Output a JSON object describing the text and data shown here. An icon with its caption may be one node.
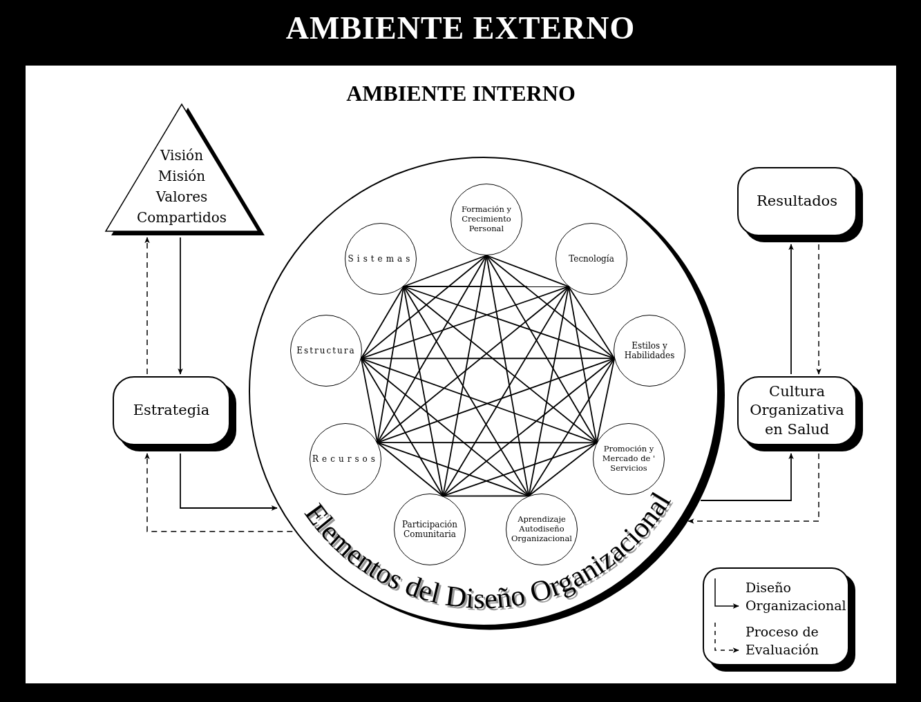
{
  "diagram": {
    "nodes": [
      {
        "text": [
          "AMBIENTE EXTERNO"
        ]
      },
      {
        "text": [
          "AMBIENTE INTERNO"
        ],
        "in": 0
      },
      {
        "text": [
          "Elementos del Diseño Organizacional"
        ],
        "in": 1
      },
      {
        "text": [
          "Visión",
          "Misión",
          "Valores",
          "Compartidos"
        ],
        "in": 1
      },
      {
        "text": [
          "Estrategia"
        ],
        "in": 1
      },
      {
        "text": [
          "Resultados"
        ],
        "in": 1
      },
      {
        "text": [
          "Cultura Organizativa en Salud"
        ],
        "in": 1
      },
      {
        "text": [
          "Formación y Crecimiento Personal"
        ],
        "in": 2
      },
      {
        "text": [
          "Sistemas"
        ],
        "in": 2
      },
      {
        "text": [
          "Tecnología"
        ],
        "in": 2
      },
      {
        "text": [
          "Estructura"
        ],
        "in": 2
      },
      {
        "text": [
          "Estilos y Habilidades"
        ],
        "in": 2
      },
      {
        "text": [
          "Recursos"
        ],
        "in": 2
      },
      {
        "text": [
          "Promoción y Mercado de ' Servicios"
        ],
        "in": 2
      },
      {
        "text": [
          "Participación Comunitaria"
        ],
        "in": 2
      },
      {
        "text": [
          "Aprendizaje Autodiseño Organizacional"
        ],
        "in": 2
      }
    ],
    "edges": [
      {
        "from": 3,
        "to": 4,
        "arrow": "to"
      },
      {
        "from": 4,
        "to": 3,
        "arrow": "to",
        "style": "dashed"
      },
      {
        "from": 4,
        "to": 2,
        "arrow": "to"
      },
      {
        "from": 2,
        "to": 4,
        "arrow": "to",
        "style": "dashed"
      },
      {
        "from": 2,
        "to": 6,
        "arrow": "to"
      },
      {
        "from": 6,
        "to": 2,
        "arrow": "to",
        "style": "dashed"
      },
      {
        "from": 6,
        "to": 5,
        "arrow": "to"
      },
      {
        "from": 5,
        "to": 6,
        "arrow": "to",
        "style": "dashed"
      },
      {
        "from": 7,
        "to": 8,
        "arrow": "none"
      },
      {
        "from": 7,
        "to": 9,
        "arrow": "none"
      },
      {
        "from": 7,
        "to": 10,
        "arrow": "none"
      },
      {
        "from": 7,
        "to": 11,
        "arrow": "none"
      },
      {
        "from": 7,
        "to": 12,
        "arrow": "none"
      },
      {
        "from": 7,
        "to": 13,
        "arrow": "none"
      },
      {
        "from": 7,
        "to": 14,
        "arrow": "none"
      },
      {
        "from": 7,
        "to": 15,
        "arrow": "none"
      },
      {
        "from": 8,
        "to": 9,
        "arrow": "none"
      },
      {
        "from": 8,
        "to": 10,
        "arrow": "none"
      },
      {
        "from": 8,
        "to": 11,
        "arrow": "none"
      },
      {
        "from": 8,
        "to": 12,
        "arrow": "none"
      },
      {
        "from": 8,
        "to": 13,
        "arrow": "none"
      },
      {
        "from": 8,
        "to": 14,
        "arrow": "none"
      },
      {
        "from": 8,
        "to": 15,
        "arrow": "none"
      },
      {
        "from": 9,
        "to": 10,
        "arrow": "none"
      },
      {
        "from": 9,
        "to": 11,
        "arrow": "none"
      },
      {
        "from": 9,
        "to": 12,
        "arrow": "none"
      },
      {
        "from": 9,
        "to": 13,
        "arrow": "none"
      },
      {
        "from": 9,
        "to": 14,
        "arrow": "none"
      },
      {
        "from": 9,
        "to": 15,
        "arrow": "none"
      },
      {
        "from": 10,
        "to": 11,
        "arrow": "none"
      },
      {
        "from": 10,
        "to": 12,
        "arrow": "none"
      },
      {
        "from": 10,
        "to": 13,
        "arrow": "none"
      },
      {
        "from": 10,
        "to": 14,
        "arrow": "none"
      },
      {
        "from": 10,
        "to": 15,
        "arrow": "none"
      },
      {
        "from": 11,
        "to": 12,
        "arrow": "none"
      },
      {
        "from": 11,
        "to": 13,
        "arrow": "none"
      },
      {
        "from": 11,
        "to": 14,
        "arrow": "none"
      },
      {
        "from": 11,
        "to": 15,
        "arrow": "none"
      },
      {
        "from": 12,
        "to": 13,
        "arrow": "none"
      },
      {
        "from": 12,
        "to": 14,
        "arrow": "none"
      },
      {
        "from": 12,
        "to": 15,
        "arrow": "none"
      },
      {
        "from": 13,
        "to": 14,
        "arrow": "none"
      },
      {
        "from": 13,
        "to": 15,
        "arrow": "none"
      },
      {
        "from": 14,
        "to": 15,
        "arrow": "none"
      }
    ],
    "legend": [
      {
        "text": "Diseño Organizacional"
      },
      {
        "text": "Proceso de Evaluación"
      }
    ]
  }
}
